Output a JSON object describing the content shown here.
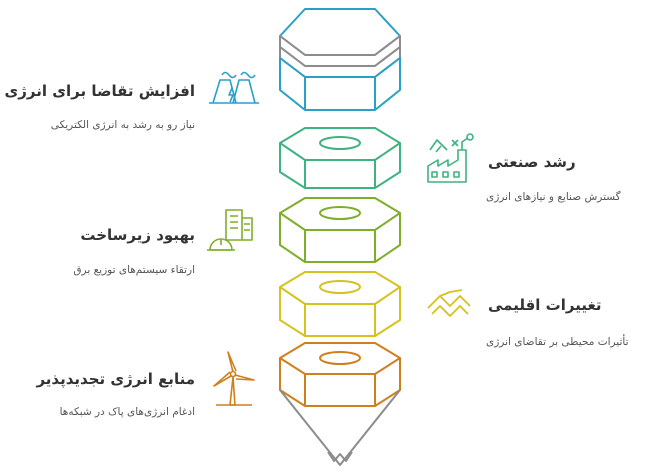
{
  "items": [
    {
      "title": "افزایش تقاضا برای انرژی",
      "desc": "نیاز رو به رشد به انرژی الکتریکی",
      "icon": "power-plant-icon",
      "color": "#29a0c7"
    },
    {
      "title": "رشد صنعتی",
      "desc": "گسترش صنایع و نیازهای انرژی",
      "icon": "factory-icon",
      "color": "#3fb37f"
    },
    {
      "title": "بهبود زیرساخت",
      "desc": "ارتقاء سیستم‌های توزیع برق",
      "icon": "infrastructure-icon",
      "color": "#7fae2b"
    },
    {
      "title": "تغییرات اقلیمی",
      "desc": "تأثیرات محیطی بر تقاضای انرژی",
      "icon": "climate-icon",
      "color": "#d6c21f"
    },
    {
      "title": "منابع انرژی تجدیدپذیر",
      "desc": "ادغام انرژی‌های پاک در شبکه‌ها",
      "icon": "wind-turbine-icon",
      "color": "#cf7f1c"
    }
  ],
  "colors": {
    "top_stack": "#29a0c7",
    "top_layers": "#8c8c8c",
    "text_title": "#333333",
    "text_desc": "#555555"
  }
}
